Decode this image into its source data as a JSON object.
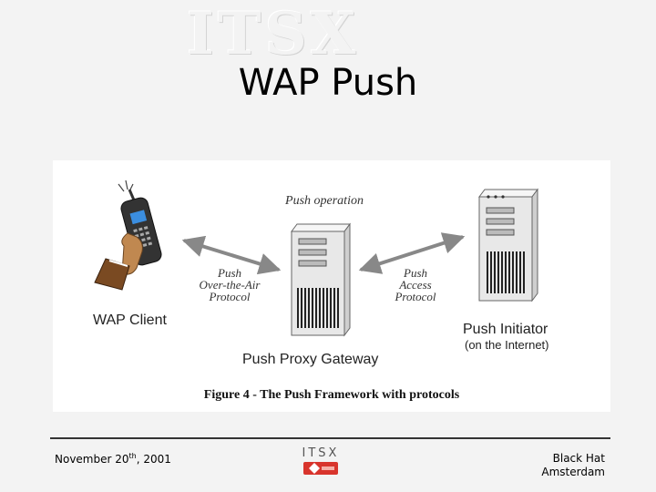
{
  "slide": {
    "watermark": "ITSX",
    "title": "WAP Push"
  },
  "diagram": {
    "caption": "Figure 4 - The Push Framework with protocols",
    "push_operation": "Push operation",
    "nodes": {
      "client": "WAP Client",
      "gateway": "Push Proxy Gateway",
      "initiator": "Push Initiator",
      "initiator_sub": "(on the Internet)"
    },
    "protocols": {
      "ota": [
        "Push",
        "Over-the-Air",
        "Protocol"
      ],
      "pap": [
        "Push",
        "Access",
        "Protocol"
      ]
    }
  },
  "footer": {
    "date_main": "November 20",
    "date_sup": "th",
    "date_year": ", 2001",
    "logo_text": "ITSX",
    "right_line1": "Black Hat",
    "right_line2": "Amsterdam",
    "colors": {
      "logo_red": "#d8342c",
      "rule": "#333333"
    }
  }
}
